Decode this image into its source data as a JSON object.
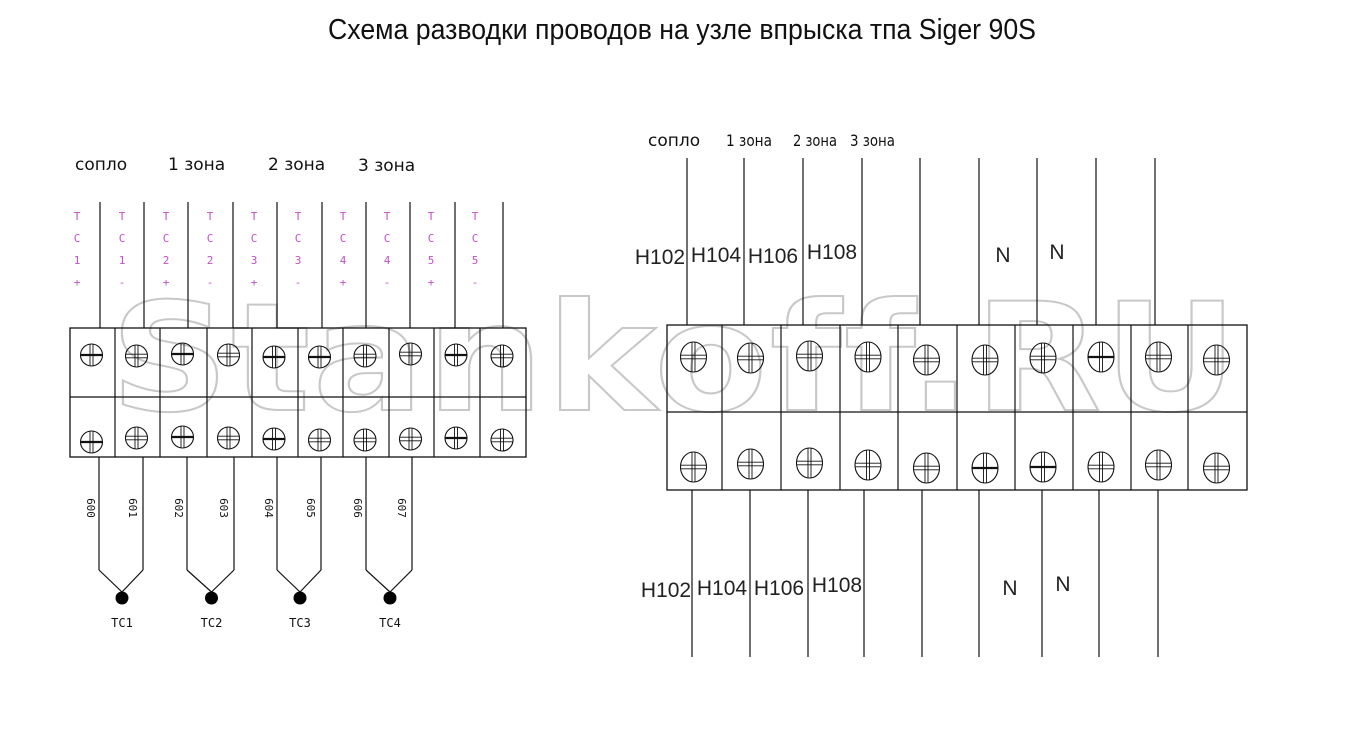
{
  "title": "Схема разводки проводов на узле впрыска тпа Siger 90S",
  "watermark": "Stankoff.RU",
  "colors": {
    "tc_label": "#c34fc9",
    "line": "#111111",
    "watermark": "#c8c8c8"
  },
  "left_block": {
    "zone_labels": [
      "сопло",
      "1 зона",
      "2 зона",
      "3 зона"
    ],
    "terminal_count": 10,
    "top_tc_labels": [
      {
        "name": "TC1",
        "sign": "+"
      },
      {
        "name": "TC1",
        "sign": "-"
      },
      {
        "name": "TC2",
        "sign": "+"
      },
      {
        "name": "TC2",
        "sign": "-"
      },
      {
        "name": "TC3",
        "sign": "+"
      },
      {
        "name": "TC3",
        "sign": "-"
      },
      {
        "name": "TC4",
        "sign": "+"
      },
      {
        "name": "TC4",
        "sign": "-"
      },
      {
        "name": "TC5",
        "sign": "+"
      },
      {
        "name": "TC5",
        "sign": "-"
      }
    ],
    "bottom_wire_numbers": [
      "600",
      "601",
      "602",
      "603",
      "604",
      "605",
      "606",
      "607"
    ],
    "sensors": [
      "TC1",
      "TC2",
      "TC3",
      "TC4"
    ]
  },
  "right_block": {
    "zone_labels": [
      "сопло",
      "1 зона",
      "2 зона",
      "3 зона"
    ],
    "terminal_count": 10,
    "top_wire_labels": [
      "H102",
      "H104",
      "H106",
      "H108",
      "",
      "",
      "N",
      "N",
      "",
      ""
    ],
    "bottom_wire_labels": [
      "H102",
      "H104",
      "H106",
      "H108",
      "",
      "",
      "N",
      "N",
      "",
      ""
    ]
  }
}
